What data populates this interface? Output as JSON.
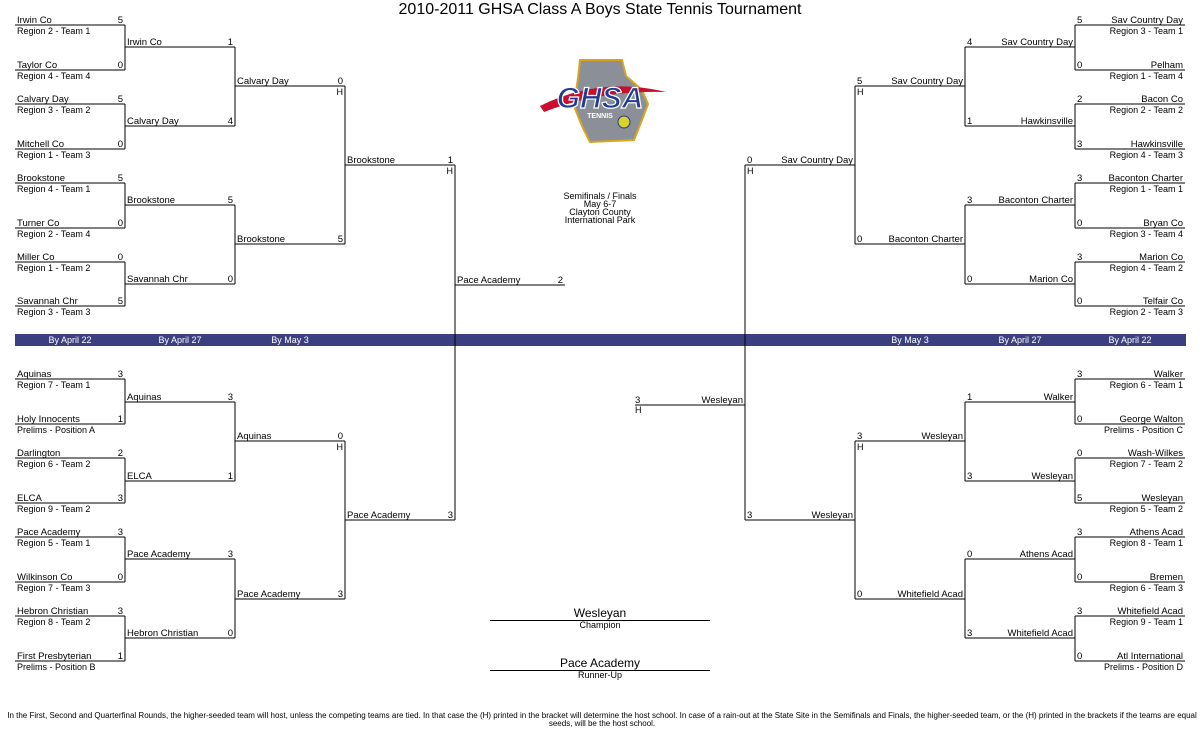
{
  "title": "2010-2011 GHSA Class A Boys State Tennis Tournament",
  "logo": {
    "text": "GHSA",
    "subtext": "TENNIS",
    "colors": {
      "blue": "#1f3c8f",
      "red": "#c8102e",
      "gold": "#d9a521",
      "gray": "#8a8f98"
    }
  },
  "info": {
    "lines": [
      "Semifinals / Finals",
      "May 6-7",
      "Clayton County",
      "International Park"
    ]
  },
  "band": {
    "color": "#3b3f7f",
    "labels": [
      "By April 22",
      "By April 27",
      "By May 3",
      "By May 3",
      "By April 27",
      "By April 22"
    ]
  },
  "champion": {
    "name": "Wesleyan",
    "label": "Champion"
  },
  "runner_up": {
    "name": "Pace Academy",
    "label": "Runner-Up"
  },
  "footnote": "In the First, Second and Quarterfinal Rounds, the higher-seeded team will host, unless the competing teams are tied.  In that case the (H) printed in the bracket will determine the host school.  In case of a rain-out at the State Site in the Semifinals and Finals, the higher-seeded team, or the (H) printed in the brackets if the teams are equal seeds, will be the host school.",
  "left": {
    "r1": [
      {
        "team": "Irwin Co",
        "seed": "Region 2 - Team 1",
        "score": "5"
      },
      {
        "team": "Taylor Co",
        "seed": "Region 4 - Team 4",
        "score": "0"
      },
      {
        "team": "Calvary Day",
        "seed": "Region 3 - Team 2",
        "score": "5"
      },
      {
        "team": "Mitchell Co",
        "seed": "Region 1 - Team 3",
        "score": "0"
      },
      {
        "team": "Brookstone",
        "seed": "Region 4 - Team 1",
        "score": "5"
      },
      {
        "team": "Turner Co",
        "seed": "Region 2 - Team 4",
        "score": "0"
      },
      {
        "team": "Miller Co",
        "seed": "Region 1 - Team 2",
        "score": "0"
      },
      {
        "team": "Savannah Chr",
        "seed": "Region 3 - Team 3",
        "score": "5"
      },
      {
        "team": "Aquinas",
        "seed": "Region 7 - Team 1",
        "score": "3"
      },
      {
        "team": "Holy Innocents",
        "seed": "Prelims - Position A",
        "score": "1"
      },
      {
        "team": "Darlington",
        "seed": "Region 6 - Team 2",
        "score": "2"
      },
      {
        "team": "ELCA",
        "seed": "Region 9 - Team 2",
        "score": "3"
      },
      {
        "team": "Pace Academy",
        "seed": "Region 5 - Team 1",
        "score": "3"
      },
      {
        "team": "Wilkinson Co",
        "seed": "Region 7 - Team 3",
        "score": "0"
      },
      {
        "team": "Hebron Christian",
        "seed": "Region 8 - Team 2",
        "score": "3"
      },
      {
        "team": "First Presbyterian",
        "seed": "Prelims - Position B",
        "score": "1"
      }
    ],
    "r2": [
      {
        "team": "Irwin Co",
        "score": "1"
      },
      {
        "team": "Calvary Day",
        "score": "4"
      },
      {
        "team": "Brookstone",
        "score": "5"
      },
      {
        "team": "Savannah Chr",
        "score": "0"
      },
      {
        "team": "Aquinas",
        "score": "3"
      },
      {
        "team": "ELCA",
        "score": "1"
      },
      {
        "team": "Pace Academy",
        "score": "3"
      },
      {
        "team": "Hebron Christian",
        "score": "0"
      }
    ],
    "qf": [
      {
        "team": "Calvary Day",
        "score": "0",
        "host": "H"
      },
      {
        "team": "Brookstone",
        "score": "5",
        "host": ""
      },
      {
        "team": "Aquinas",
        "score": "0",
        "host": "H"
      },
      {
        "team": "Pace Academy",
        "score": "3",
        "host": ""
      }
    ],
    "sf": [
      {
        "team": "Brookstone",
        "score": "1",
        "host": "H"
      },
      {
        "team": "Pace Academy",
        "score": "3",
        "host": ""
      }
    ],
    "final": {
      "team": "Pace Academy",
      "score": "2"
    }
  },
  "right": {
    "r1": [
      {
        "team": "Sav Country Day",
        "seed": "Region 3 - Team 1",
        "score": "5"
      },
      {
        "team": "Pelham",
        "seed": "Region 1 - Team 4",
        "score": "0"
      },
      {
        "team": "Bacon Co",
        "seed": "Region 2 - Team 2",
        "score": "2"
      },
      {
        "team": "Hawkinsville",
        "seed": "Region 4 - Team 3",
        "score": "3"
      },
      {
        "team": "Baconton Charter",
        "seed": "Region 1 - Team 1",
        "score": "3"
      },
      {
        "team": "Bryan Co",
        "seed": "Region 3 - Team 4",
        "score": "0"
      },
      {
        "team": "Marion Co",
        "seed": "Region 4 - Team 2",
        "score": "3"
      },
      {
        "team": "Telfair Co",
        "seed": "Region 2 - Team 3",
        "score": "0"
      },
      {
        "team": "Walker",
        "seed": "Region 6 - Team 1",
        "score": "3"
      },
      {
        "team": "George Walton",
        "seed": "Prelims - Position C",
        "score": "0"
      },
      {
        "team": "Wash-Wilkes",
        "seed": "Region 7 - Team 2",
        "score": "0"
      },
      {
        "team": "Wesleyan",
        "seed": "Region 5 - Team 2",
        "score": "5"
      },
      {
        "team": "Athens Acad",
        "seed": "Region 8 - Team 1",
        "score": "3"
      },
      {
        "team": "Bremen",
        "seed": "Region 6 - Team 3",
        "score": "0"
      },
      {
        "team": "Whitefield Acad",
        "seed": "Region 9 - Team 1",
        "score": "3"
      },
      {
        "team": "Atl International",
        "seed": "Prelims - Position D",
        "score": "0"
      }
    ],
    "r2": [
      {
        "team": "Sav Country Day",
        "score": "4"
      },
      {
        "team": "Hawkinsville",
        "score": "1"
      },
      {
        "team": "Baconton Charter",
        "score": "3"
      },
      {
        "team": "Marion Co",
        "score": "0"
      },
      {
        "team": "Walker",
        "score": "1"
      },
      {
        "team": "Wesleyan",
        "score": "3"
      },
      {
        "team": "Athens Acad",
        "score": "0"
      },
      {
        "team": "Whitefield Acad",
        "score": "3"
      }
    ],
    "qf": [
      {
        "team": "Sav Country Day",
        "score": "5",
        "host": "H"
      },
      {
        "team": "Baconton Charter",
        "score": "0",
        "host": ""
      },
      {
        "team": "Wesleyan",
        "score": "3",
        "host": "H"
      },
      {
        "team": "Whitefield Acad",
        "score": "0",
        "host": ""
      }
    ],
    "sf": [
      {
        "team": "Sav Country Day",
        "score": "0",
        "host": "H"
      },
      {
        "team": "Wesleyan",
        "score": "3",
        "host": ""
      }
    ],
    "final": {
      "team": "Wesleyan",
      "score": "3",
      "host": "H"
    }
  }
}
